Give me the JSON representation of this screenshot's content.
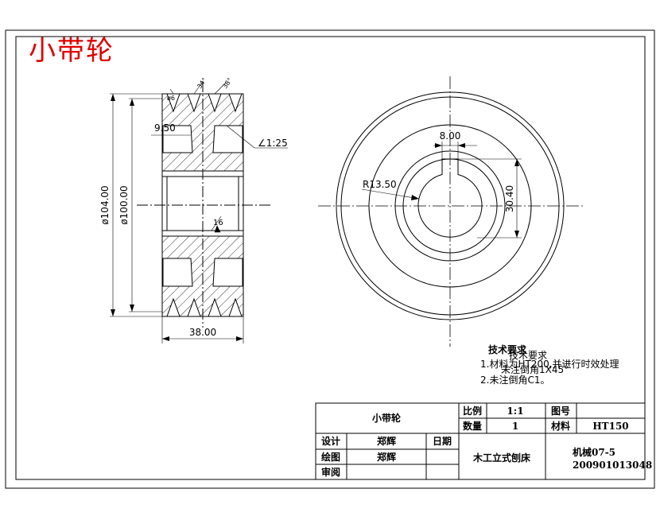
{
  "drawing": {
    "title": "小带轮",
    "colors": {
      "title": "#e00000",
      "line": "#000000",
      "paper": "#ffffff"
    }
  },
  "side_view": {
    "dims": {
      "outer_diameter": "ø104.00",
      "inner_diameter": "ø100.00",
      "width": "38.00",
      "groove_offset": "9.50",
      "taper": "∠1:25",
      "hub_callout": "16",
      "top_a": "ø6",
      "top_b": "34°",
      "top_c": "38°"
    }
  },
  "front_view": {
    "dims": {
      "keyway_width": "8.00",
      "bore_radius": "R13.50",
      "keyway_depth": "30.40"
    }
  },
  "notes": {
    "heading": "技术要求",
    "heading_overlap": "技术要求",
    "line1": "1.材料为HT200,并进行时效处理",
    "line1_overlap": "未注倒角1X45°",
    "line2": "2.未注倒角C1。"
  },
  "title_block": {
    "part_name": "小带轮",
    "scale_label": "比例",
    "scale_value": "1:1",
    "drawing_no_label": "图号",
    "qty_label": "数量",
    "qty_value": "1",
    "material_label": "材料",
    "material_value": "HT150",
    "design_label": "设计",
    "design_name": "郑辉",
    "date_label": "日期",
    "draw_label": "绘图",
    "draw_name": "郑辉",
    "check_label": "审阅",
    "machine": "木工立式刨床",
    "class": "机械07-5",
    "student_id": "200901013048"
  }
}
